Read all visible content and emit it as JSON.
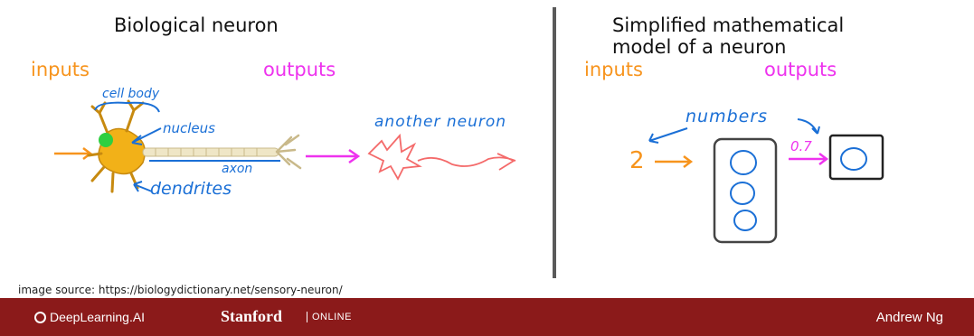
{
  "left_panel": {
    "title": "Biological neuron",
    "inputs_label": "inputs",
    "outputs_label": "outputs",
    "annotations": {
      "cell_body": "cell body",
      "nucleus": "nucleus",
      "axon": "axon",
      "dendrites": "dendrites",
      "another_neuron": "another neuron"
    }
  },
  "right_panel": {
    "title_line1": "Simplified mathematical",
    "title_line2": "model of a neuron",
    "inputs_label": "inputs",
    "outputs_label": "outputs",
    "annotations": {
      "numbers": "numbers",
      "input_value": "2",
      "output_value": "0.7"
    }
  },
  "source_note": "image source: https://biologydictionary.net/sensory-neuron/",
  "footer": {
    "brand_dl": "DeepLearning.AI",
    "brand_stanford": "Stanford",
    "brand_online": "ONLINE",
    "author": "Andrew Ng"
  },
  "colors": {
    "orange": "#f7941d",
    "magenta": "#ee33ee",
    "blue": "#1a6fd6",
    "footer_bg": "#8b1a1a"
  }
}
